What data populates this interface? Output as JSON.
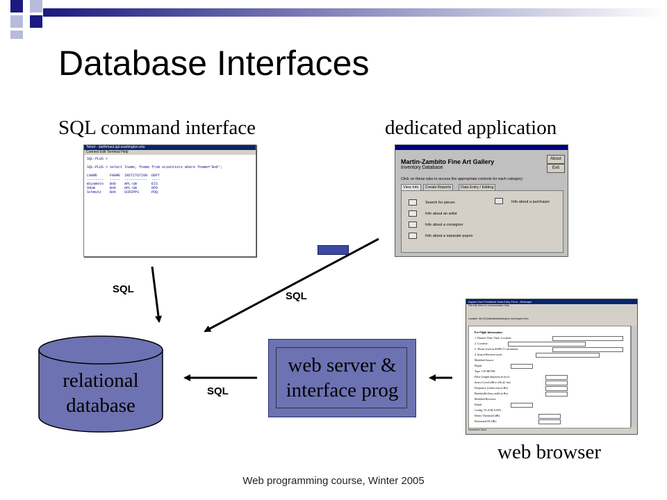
{
  "title": "Database Interfaces",
  "labels": {
    "sql_command": "SQL command interface",
    "dedicated": "dedicated application",
    "web_browser": "web browser",
    "db_line1": "relational",
    "db_line2": "database",
    "ws_line1": "web server &",
    "ws_line2": "interface prog",
    "sql1": "SQL",
    "sql2": "SQL",
    "sql3": "SQL"
  },
  "footer": "Web programming course, Winter 2005",
  "terminal": {
    "title": "Telnet - darthmaul.apl.washington.edu",
    "menu": "Connect  Edit  Terminal  Help",
    "lines": "SQL-PLUS >\n\nSQL-PLUS > select lname, fname from scientists where fname='Bob';\n\nLNAME      FNAME  INSTITUTION  DEPT\n--------   -----  -----------  ----\nWiyamoto   Bob    APL-UW       EIS\nOdum       Bob    APL-UW       OPD\nSchmutz    Bob    SCRIPPS      PDQ"
  },
  "gallery": {
    "heading": "Martin-Zambito Fine Art Gallery",
    "sub": "Inventory Database",
    "about": "About",
    "exit": "Exit",
    "instructions": "Click on these tabs to access the appropriate controls for each category:",
    "tabs": [
      "View Info",
      "Create Reports",
      "Data Entry / Editing"
    ],
    "items": [
      "Search for pieces",
      "Info about an artist",
      "Info about a consignor",
      "Info about a separate payee",
      "Info about a purchaser"
    ]
  },
  "browser": {
    "title": "Aspect User Feedback Data Entry Form - Netscape",
    "menu": "File  Edit  View  Go  Communicator  Help",
    "address": "Location: file:///C|/websites/test/aspect_form/aspect.htm",
    "form_lines": [
      "Pre-Flight Information:",
      "1. Dataset:   Date:        Time:        Location:",
      "2. Location:",
      "3. Threat Used in ASPECT calculation:",
      "4. Source/Receiver used:",
      "   Modified Source:",
      "   Depth:",
      "   Type:  CW  BB  FM",
      "   Pulse Length (duration in secs):",
      "   Source Level (dB re uPa @ 1m):",
      "   Frequency (center freq in Hz):",
      "   Bandwidth (freq width in Hz):",
      "   Modified Receiver:",
      "   Depth:",
      "   Config:  VLA  HLA  SPA",
      "   Detect Threshold (dB):",
      "   Horizontal DI (dB):"
    ],
    "status": "Document: Done"
  },
  "colors": {
    "box_fill": "#6d72b2",
    "box_border": "#2a2d70",
    "arrow": "#000000"
  }
}
